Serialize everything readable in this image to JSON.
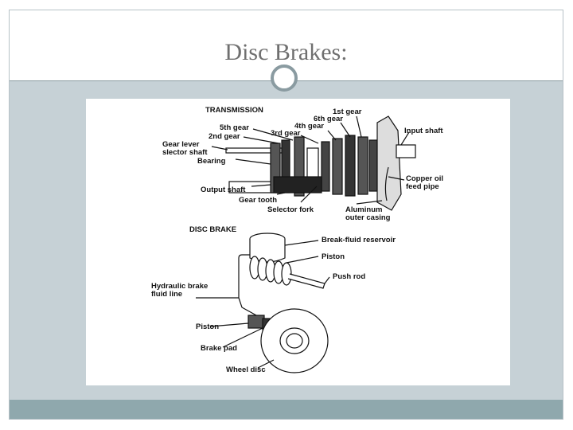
{
  "slide": {
    "title": "Disc Brakes:"
  },
  "diagram": {
    "transmission": {
      "heading": "TRANSMISSION",
      "labels": {
        "gear1": "1st gear",
        "gear6": "6th gear",
        "gear4": "4th gear",
        "gear3": "3rd gear",
        "gear5": "5th gear",
        "gear2": "2nd gear",
        "gear_lever_1": "Gear lever",
        "gear_lever_2": "slector shaft",
        "bearing": "Bearing",
        "output_shaft": "Output shaft",
        "gear_tooth": "Gear tooth",
        "selector_fork": "Selector fork",
        "aluminum_1": "Aluminum",
        "aluminum_2": "outer casing",
        "copper_1": "Copper oil",
        "copper_2": "feed pipe",
        "input_shaft": "Input shaft"
      }
    },
    "disc_brake": {
      "heading": "DISC BRAKE",
      "labels": {
        "reservoir": "Break-fluid reservoir",
        "piston_top": "Piston",
        "push_rod": "Push rod",
        "hydraulic_1": "Hydraulic brake",
        "hydraulic_2": "fluid line",
        "piston_bottom": "Piston",
        "brake_pad": "Brake pad",
        "wheel_disc": "Wheel disc"
      }
    }
  }
}
